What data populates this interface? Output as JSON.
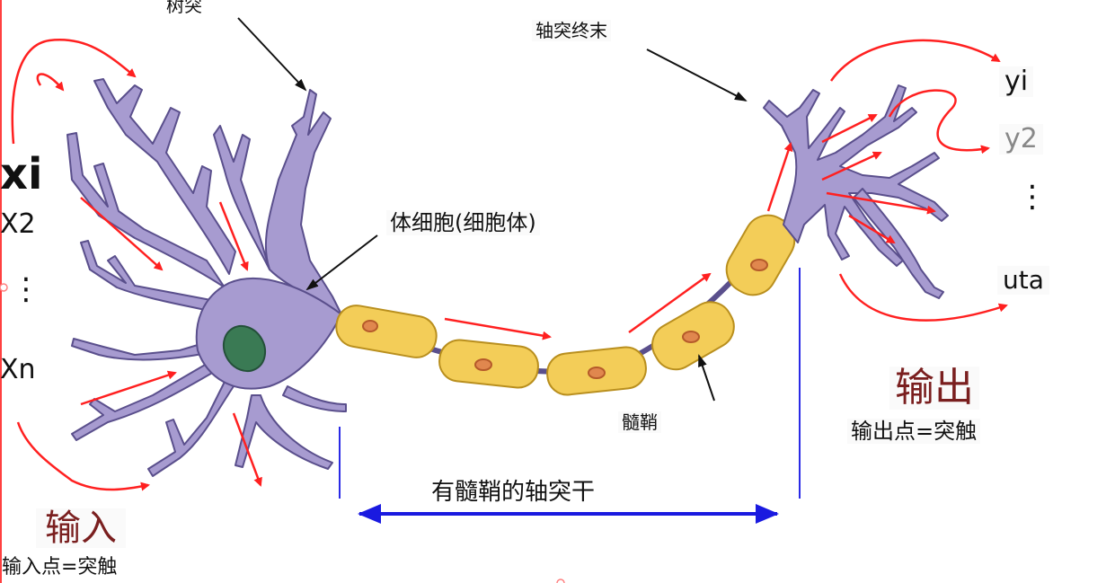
{
  "labels": {
    "dendrite": "树突",
    "axon_terminal": "轴突终末",
    "soma": "体细胞(细胞体)",
    "myelin": "髓鞘",
    "myelinated_axon": "有髓鞘的轴突干",
    "input_title": "输入",
    "input_note": "输入点=突触",
    "output_title": "输出",
    "output_note": "输出点=突触"
  },
  "inputs": [
    "xi",
    "X2",
    "⋮",
    "Xn"
  ],
  "outputs": [
    "yi",
    "y2",
    "⋮",
    "uta"
  ],
  "colors": {
    "neuron": "#a79bd0",
    "neuron_stroke": "#5a4f8c",
    "nucleus": "#3a7a54",
    "myelin": "#f3cd58",
    "myelin_stroke": "#b98f1e",
    "myelin_nucleus": "#e0874e",
    "signal_arrow": "#ff2020",
    "pointer_arrow": "#111111",
    "span_arrow": "#1a1ae0",
    "title_red": "#7a1f1f"
  }
}
